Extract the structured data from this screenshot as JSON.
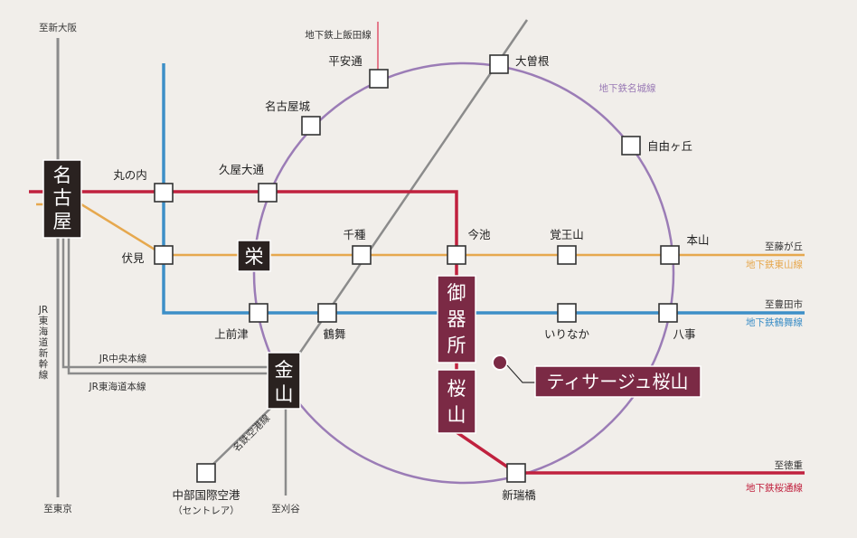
{
  "colors": {
    "meijo": "#9b7cb6",
    "higashiyama": "#e6a84e",
    "tsurumai": "#3d8fc7",
    "sakuradori": "#c0213e",
    "jr": "#8b8b8b",
    "kamiiida": "#e0556c",
    "dark_box": "#2a2220",
    "wine": "#7b2a45"
  },
  "directions": {
    "shin_osaka": "至新大阪",
    "tokyo": "至東京",
    "kariya": "至刈谷",
    "fujigaoka": "至藤が丘",
    "toyotashi": "至豊田市",
    "tokushige": "至徳重"
  },
  "lines": {
    "kamiiida": "地下鉄上飯田線",
    "meijo": "地下鉄名城線",
    "higashiyama": "地下鉄東山線",
    "tsurumai": "地下鉄鶴舞線",
    "sakuradori": "地下鉄桜通線",
    "jr_chuo": "JR中央本線",
    "jr_tokaido": "JR東海道本線",
    "jr_shinkansen": "JR東海道新幹線",
    "meitetsu_airport": "名鉄空港線"
  },
  "stations": {
    "heian_dori": "平安通",
    "ozone": "大曽根",
    "nagoyajo": "名古屋城",
    "jiyugaoka": "自由ヶ丘",
    "marunouchi": "丸の内",
    "hisaya_odori": "久屋大通",
    "chikusa": "千種",
    "imaike": "今池",
    "kakuozan": "覚王山",
    "motoyama": "本山",
    "fushimi": "伏見",
    "kamimaezu": "上前津",
    "tsurumai": "鶴舞",
    "irinaka": "いりなか",
    "yagoto": "八事",
    "shinmizuhashi": "新瑞橋",
    "airport": "中部国際空港",
    "airport_sub": "（セントレア）",
    "nagoya": "名古屋",
    "sakae": "栄",
    "kanayama": "金山",
    "gokiso": "御器所",
    "sakurayama": "桜山"
  },
  "property": "ティサージュ桜山"
}
